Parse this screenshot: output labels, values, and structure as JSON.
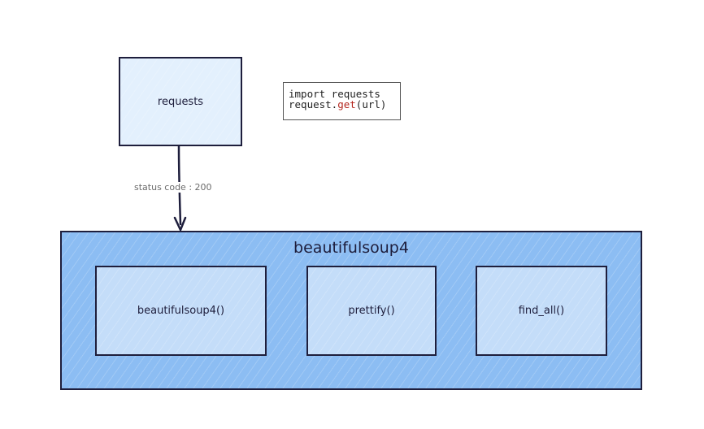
{
  "requests_box": {
    "label": "requests"
  },
  "code_snippet": {
    "line1": "import requests",
    "line2_prefix": "request.",
    "line2_fn": "get",
    "line2_suffix": "(url)"
  },
  "edge": {
    "label": "status code : 200"
  },
  "container": {
    "title": "beautifulsoup4",
    "methods": [
      {
        "label": "beautifulsoup4()"
      },
      {
        "label": "prettify()"
      },
      {
        "label": "find_all()"
      }
    ]
  },
  "colors": {
    "stroke": "#1e1e3c",
    "requests_fill": "#e3f0fd",
    "container_fill": "#8cbdf3",
    "method_fill": "#c4ddf9",
    "code_function": "#b3261e"
  }
}
